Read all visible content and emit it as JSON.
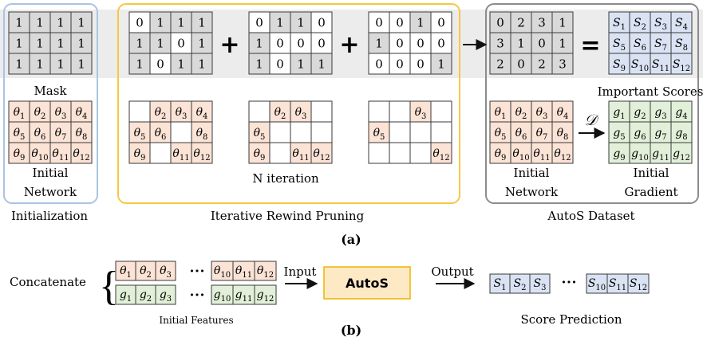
{
  "symbols": {
    "plus": "+",
    "equals": "=",
    "curly_brace": "{",
    "dots": "•••",
    "cal_d": "𝒟"
  },
  "colors": {
    "theta_cell": "#fbe3d6",
    "score_cell": "#dae3f3",
    "gradient_cell": "#e2f0d9",
    "grey_cell": "#d9d9d9",
    "band": "#ececec",
    "init_border": "#a9c4e4",
    "pruning_border": "#f5c842",
    "autos_border": "#8c8c8c",
    "autos_box_fill": "#fde9c4",
    "autos_box_border": "#f0b400"
  },
  "panel_a": {
    "caption": "(a)",
    "initialization": {
      "section_label": "Initialization",
      "mask_label": "Mask",
      "network_label_line1": "Initial",
      "network_label_line2": "Network",
      "mask": [
        [
          "1",
          "1",
          "1",
          "1"
        ],
        [
          "1",
          "1",
          "1",
          "1"
        ],
        [
          "1",
          "1",
          "1",
          "1"
        ]
      ],
      "network": [
        [
          "θ1",
          "θ2",
          "θ3",
          "θ4"
        ],
        [
          "θ5",
          "θ6",
          "θ7",
          "θ8"
        ],
        [
          "θ9",
          "θ10",
          "θ11",
          "θ12"
        ]
      ]
    },
    "pruning": {
      "section_label": "Iterative Rewind Pruning",
      "iteration_label": "N iteration",
      "mask_1": [
        [
          "0",
          "1",
          "1",
          "1"
        ],
        [
          "1",
          "1",
          "0",
          "1"
        ],
        [
          "1",
          "0",
          "1",
          "1"
        ]
      ],
      "mask_2": [
        [
          "0",
          "1",
          "1",
          "0"
        ],
        [
          "1",
          "0",
          "0",
          "0"
        ],
        [
          "1",
          "0",
          "1",
          "1"
        ]
      ],
      "mask_3": [
        [
          "0",
          "0",
          "1",
          "0"
        ],
        [
          "1",
          "0",
          "0",
          "0"
        ],
        [
          "0",
          "0",
          "0",
          "1"
        ]
      ],
      "network_1": [
        [
          "",
          "θ2",
          "θ3",
          "θ4"
        ],
        [
          "θ5",
          "θ6",
          "",
          "θ8"
        ],
        [
          "θ9",
          "",
          "θ11",
          "θ12"
        ]
      ],
      "network_2": [
        [
          "",
          "θ2",
          "θ3",
          ""
        ],
        [
          "θ5",
          "",
          "",
          ""
        ],
        [
          "θ9",
          "",
          "θ11",
          "θ12"
        ]
      ],
      "network_3": [
        [
          "",
          "",
          "θ3",
          ""
        ],
        [
          "θ5",
          "",
          "",
          ""
        ],
        [
          "",
          "",
          "",
          "θ12"
        ]
      ]
    },
    "dataset": {
      "section_label": "AutoS Dataset",
      "counts": [
        [
          "0",
          "2",
          "3",
          "1"
        ],
        [
          "3",
          "1",
          "0",
          "1"
        ],
        [
          "2",
          "0",
          "2",
          "3"
        ]
      ],
      "scores_label": "Important Scores",
      "scores": [
        [
          "S1",
          "S2",
          "S3",
          "S4"
        ],
        [
          "S5",
          "S6",
          "S7",
          "S8"
        ],
        [
          "S9",
          "S10",
          "S11",
          "S12"
        ]
      ],
      "network_label_line1": "Initial",
      "network_label_line2": "Network",
      "network": [
        [
          "θ1",
          "θ2",
          "θ3",
          "θ4"
        ],
        [
          "θ5",
          "θ6",
          "θ7",
          "θ8"
        ],
        [
          "θ9",
          "θ10",
          "θ11",
          "θ12"
        ]
      ],
      "gradient_label_line1": "Initial",
      "gradient_label_line2": "Gradient",
      "gradient": [
        [
          "g1",
          "g2",
          "g3",
          "g4"
        ],
        [
          "g5",
          "g6",
          "g7",
          "g8"
        ],
        [
          "g9",
          "g10",
          "g11",
          "g12"
        ]
      ]
    }
  },
  "panel_b": {
    "caption": "(b)",
    "concatenate_label": "Concatenate",
    "theta_first": [
      "θ1",
      "θ2",
      "θ3"
    ],
    "theta_last": [
      "θ10",
      "θ11",
      "θ12"
    ],
    "g_first": [
      "g1",
      "g2",
      "g3"
    ],
    "g_last": [
      "g10",
      "g11",
      "g12"
    ],
    "features_label": "Initial Features",
    "input_label": "Input",
    "model_label": "AutoS",
    "output_label": "Output",
    "score_first": [
      "S1",
      "S2",
      "S3"
    ],
    "score_last": [
      "S10",
      "S11",
      "S12"
    ],
    "prediction_label": "Score Prediction"
  }
}
